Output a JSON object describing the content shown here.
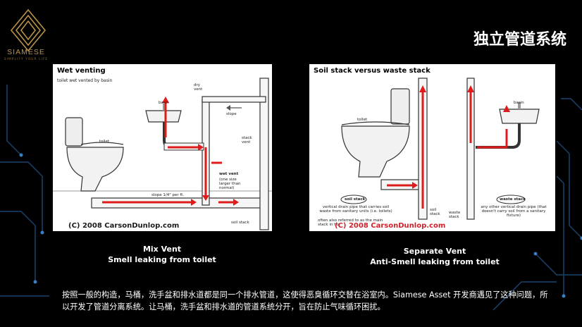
{
  "header": {
    "title": "独立管道系统",
    "brand_name": "SIAMESE",
    "brand_tagline": "SIMPLIFY YOUR LIFE",
    "brand_color": "#b8924a"
  },
  "left_diagram": {
    "title": "Wet venting",
    "subtitle": "toilet wet vented by basin",
    "labels": {
      "toilet": "toilet",
      "basin": "basin",
      "dry_vent": "dry vent",
      "slope": "slope",
      "stack_vent": "stack vent",
      "wet_vent": "wet vent",
      "wet_vent_note": "(one size larger than normal)",
      "slope_note": "slope 1/4\" per ft.",
      "soil_stack": "soil stack"
    },
    "copyright": "(C) 2008 CarsonDunlop.com"
  },
  "right_diagram": {
    "title": "Soil stack versus waste stack",
    "labels": {
      "toilet": "toilet",
      "basin": "basin",
      "soil_stack_bubble": "soil stack",
      "soil_stack_desc": "vertical drain pipe that carries soil waste from sanitary units (i.e. toilets)",
      "soil_stack_desc2": "often also referred to as the main stack in ho",
      "soil_stack": "soil stack",
      "waste_stack": "waste stack",
      "waste_stack_bubble": "waste stack",
      "waste_stack_desc": "any other vertical drain pipe (that doesn't carry soil from a sanitary fixture)"
    },
    "copyright": "(C) 2008 CarsonDunlop.com"
  },
  "captions": {
    "left_line1": "Mix Vent",
    "left_line2": "Smell leaking from toilet",
    "right_line1": "Separate Vent",
    "right_line2": "Anti-Smell leaking from toilet"
  },
  "description": "按照一般的构造，马桶，洗手盆和排水道都是同一个排水管道，这使得恶臭循环交替在浴室内。Siamese Asset 开发商遇见了这种问题，所以开发了管道分离系统。让马桶，洗手盆和排水道的管道系统分开，旨在防止气味循环困扰。",
  "colors": {
    "flow_arrow": "#e01b1b",
    "background": "#000000",
    "circuit_lines": "#1e4a78"
  }
}
